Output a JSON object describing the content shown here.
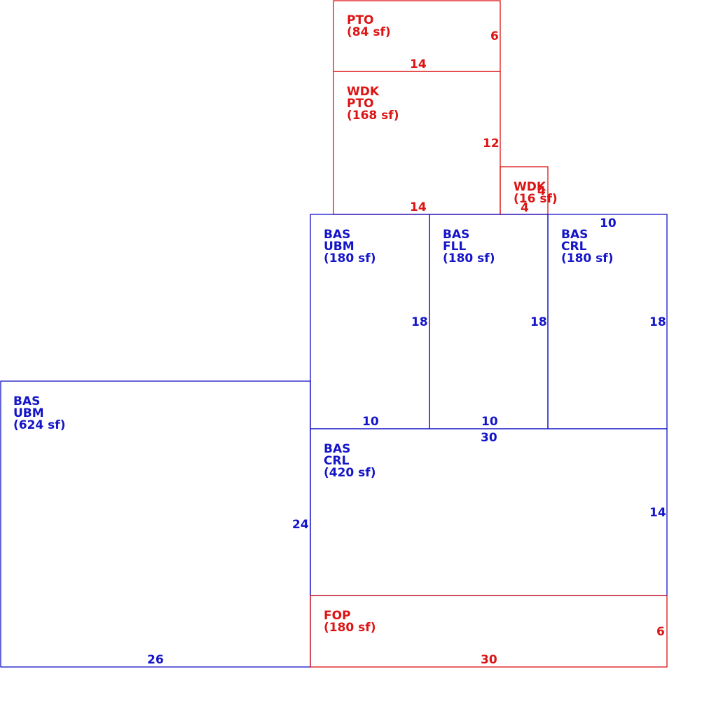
{
  "colors": {
    "main_area": "#1414c8",
    "other_area": "#dc1414",
    "background": "#ffffff"
  },
  "areas": {
    "pto_top": {
      "code": "PTO",
      "label2": "",
      "area": "(84 sf)",
      "dim_side": "6",
      "dim_bottom": "14"
    },
    "wdk_pto": {
      "code": "WDK",
      "label2": "PTO",
      "area": "(168 sf)",
      "dim_side": "12",
      "dim_bottom": "14"
    },
    "wdk_small": {
      "code": "WDK",
      "label2": "",
      "area": "(16 sf)",
      "dim_side": "4",
      "dim_bottom": "4"
    },
    "bas_ubm_a": {
      "code": "BAS",
      "label2": "UBM",
      "area": "(180 sf)",
      "dim_side": "18",
      "dim_bottom": "10"
    },
    "bas_fll": {
      "code": "BAS",
      "label2": "FLL",
      "area": "(180 sf)",
      "dim_side": "18",
      "dim_bottom": "10"
    },
    "bas_crl_a": {
      "code": "BAS",
      "label2": "CRL",
      "area": "(180 sf)",
      "dim_side": "18",
      "dim_top": "10"
    },
    "bas_ubm_b": {
      "code": "BAS",
      "label2": "UBM",
      "area": "(624 sf)",
      "dim_side": "24",
      "dim_bottom": "26"
    },
    "bas_crl_b": {
      "code": "BAS",
      "label2": "CRL",
      "area": "(420 sf)",
      "dim_side": "14",
      "dim_top": "30"
    },
    "fop": {
      "code": "FOP",
      "label2": "",
      "area": "(180 sf)",
      "dim_side": "6",
      "dim_bottom": "30"
    }
  }
}
